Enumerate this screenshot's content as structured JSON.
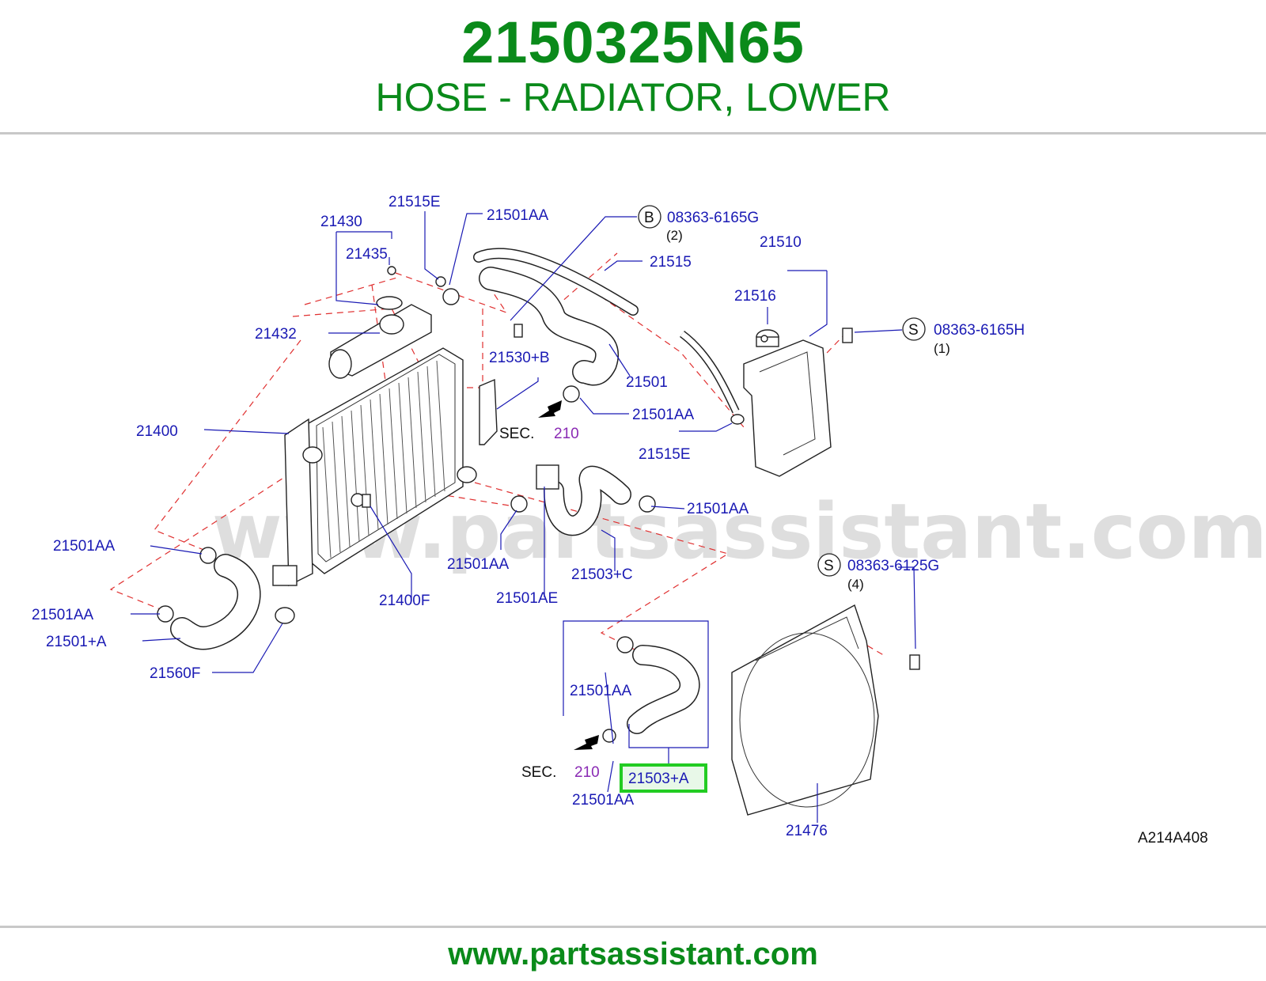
{
  "header": {
    "part_number": "2150325N65",
    "description": "HOSE - RADIATOR, LOWER"
  },
  "footer": {
    "url": "www.partsassistant.com"
  },
  "watermark": "www.partsassistant.com",
  "diagram_code": "A214A408",
  "colors": {
    "brand_green": "#0a8a1a",
    "label_blue": "#1a1ab4",
    "highlight": "#22cc22",
    "section_purple": "#8a2ab4"
  },
  "labels": {
    "l21430": "21430",
    "l21435": "21435",
    "l21515E_top": "21515E",
    "l21501AA_top": "21501AA",
    "b_symbol": "B",
    "b_part": "08363-6165G",
    "b_qty": "(2)",
    "l21515": "21515",
    "l21510": "21510",
    "l21516": "21516",
    "s1_symbol": "S",
    "s1_part": "08363-6165H",
    "s1_qty": "(1)",
    "l21432": "21432",
    "l21530B": "21530+B",
    "l21501": "21501",
    "l21501AA_mid": "21501AA",
    "sec1": "SEC.",
    "sec1_num": "210",
    "l21515E_mid": "21515E",
    "l21400": "21400",
    "l21501AA_right": "21501AA",
    "l21501AA_left1": "21501AA",
    "l21501AA_center": "21501AA",
    "l21503C": "21503+C",
    "s2_symbol": "S",
    "s2_part": "08363-6125G",
    "s2_qty": "(4)",
    "l21501AA_left2": "21501AA",
    "l21501A": "21501+A",
    "l21400F": "21400F",
    "l21501AE": "21501AE",
    "l21560F": "21560F",
    "l21501AA_box": "21501AA",
    "sec2": "SEC.",
    "sec2_num": "210",
    "l21503A": "21503+A",
    "l21501AA_bottom": "21501AA",
    "l21476": "21476"
  }
}
